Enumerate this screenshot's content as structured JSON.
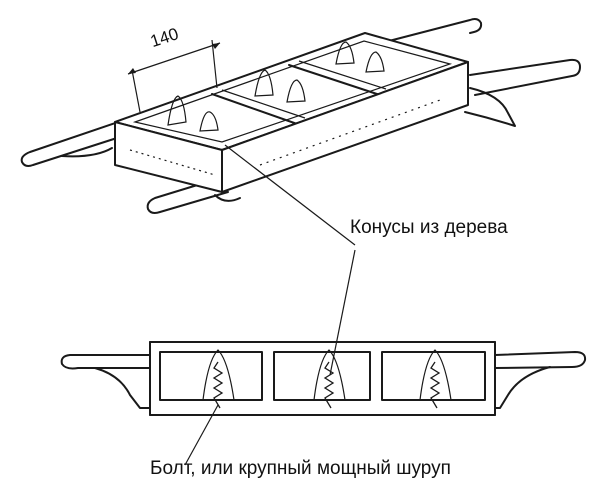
{
  "labels": {
    "dimension": "140",
    "cones": "Конусы из дерева",
    "bolt": "Болт, или крупный мощный шуруп"
  },
  "colors": {
    "ink": "#1a1a1a",
    "cone_shade": "#9a9a9a",
    "hatch": "#555555"
  }
}
